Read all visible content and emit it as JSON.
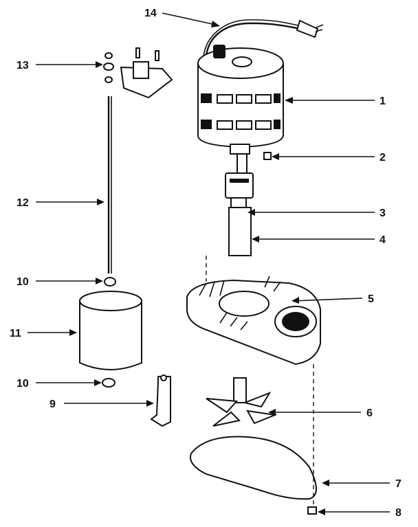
{
  "callouts": [
    {
      "id": "c1",
      "label": "1"
    },
    {
      "id": "c2",
      "label": "2"
    },
    {
      "id": "c3",
      "label": "3"
    },
    {
      "id": "c4",
      "label": "4"
    },
    {
      "id": "c5",
      "label": "5"
    },
    {
      "id": "c6",
      "label": "6"
    },
    {
      "id": "c7",
      "label": "7"
    },
    {
      "id": "c8",
      "label": "8"
    },
    {
      "id": "c9",
      "label": "9"
    },
    {
      "id": "c10a",
      "label": "10"
    },
    {
      "id": "c10b",
      "label": "10"
    },
    {
      "id": "c11",
      "label": "11"
    },
    {
      "id": "c12",
      "label": "12"
    },
    {
      "id": "c13",
      "label": "13"
    },
    {
      "id": "c14",
      "label": "14"
    }
  ],
  "parts": {
    "motor": "motor-icon",
    "screw_2": "screw-icon",
    "coupling": "coupling-icon",
    "shaft": "shaft-icon",
    "pump_body": "pump-housing-icon",
    "impeller": "impeller-icon",
    "base_plate": "base-plate-icon",
    "screw_8": "screw-icon",
    "bracket": "bracket-icon",
    "washer": "washer-icon",
    "float": "float-icon",
    "rod": "rod-icon",
    "switch": "switch-icon",
    "cord": "power-cord-icon"
  }
}
